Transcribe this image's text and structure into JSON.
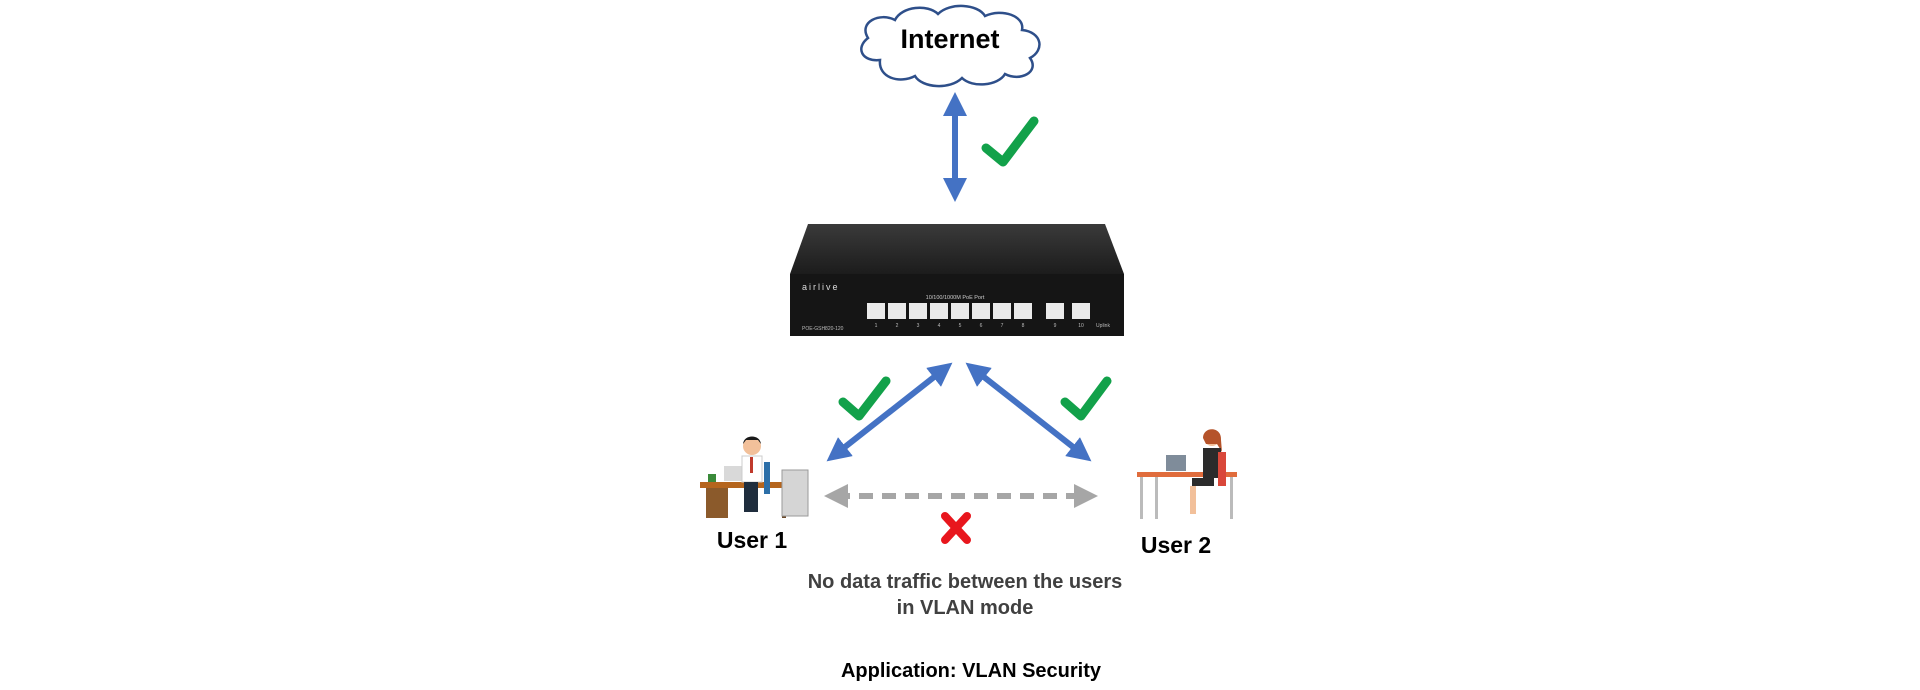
{
  "internet": {
    "label": "Internet"
  },
  "switch": {
    "brand": "airlive",
    "port_caption": "10/100/1000M PoE Port",
    "model": "POE-GSH820-120",
    "port_numbers": [
      "1",
      "2",
      "3",
      "4",
      "5",
      "6",
      "7",
      "8"
    ],
    "uplink_labels": [
      "9",
      "10"
    ],
    "uplink_caption": "Uplink"
  },
  "users": [
    {
      "label": "User 1"
    },
    {
      "label": "User 2"
    }
  ],
  "note": {
    "line1": "No data traffic between the users",
    "line2": "in VLAN mode"
  },
  "caption": "Application: VLAN Security",
  "colors": {
    "arrow": "#4472c4",
    "blocked_arrow": "#a6a6a6",
    "check": "#12a14a",
    "cross": "#e8161d",
    "cloud_stroke": "#2e4f8a",
    "switch_body": "#1f1f1f",
    "note_text": "#404040"
  },
  "icons": {
    "check": "check-mark-icon",
    "cross": "cross-mark-icon"
  }
}
